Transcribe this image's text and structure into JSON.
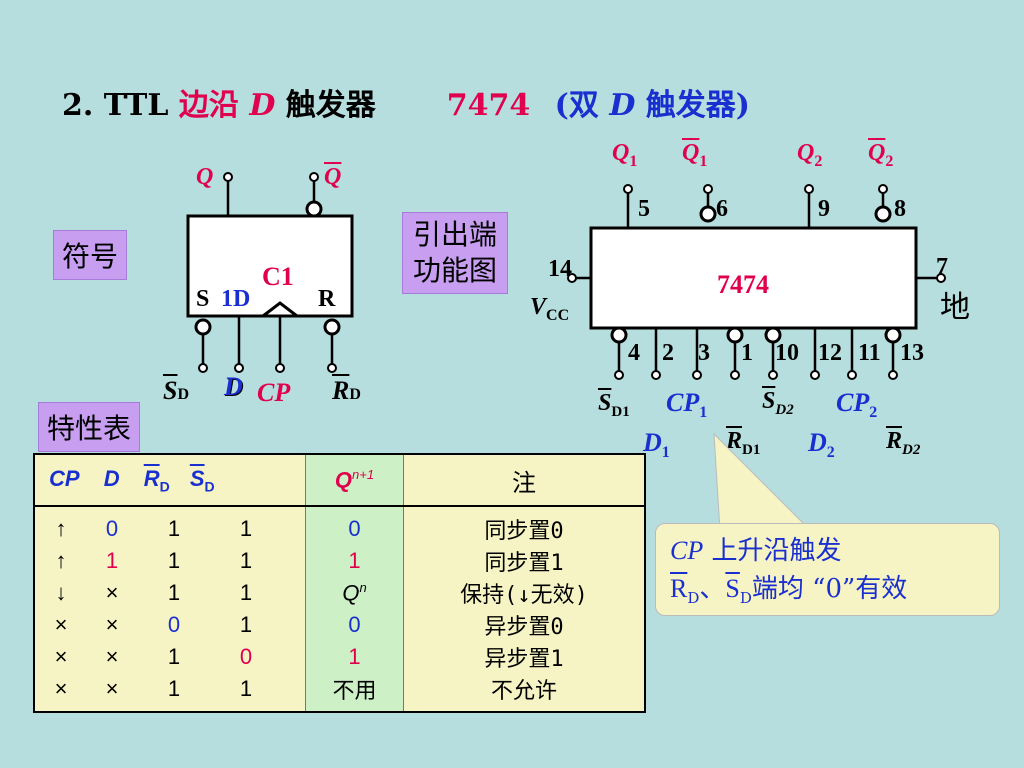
{
  "title": {
    "prefix": "2. TTL ",
    "edge": "边沿 ",
    "d": "D",
    "trigger": " 触发器",
    "part": "7474",
    "sub_open": "(双 ",
    "sub_d": "D",
    "sub_rest": " 触发器)"
  },
  "symbol": {
    "label": "符号",
    "q": "Q",
    "qbar": "Q",
    "c1": "C1",
    "s": "S",
    "d1": "1D",
    "r": "R",
    "sd": "S",
    "sd_sub": "D",
    "d": "D",
    "cp": "CP",
    "rd": "R",
    "rd_sub": "D"
  },
  "pinout": {
    "label_line1": "引出端",
    "label_line2": "功能图",
    "chip": "7474",
    "q1": "Q",
    "q1_sub": "1",
    "q1bar": "Q",
    "q1bar_sub": "1",
    "q2": "Q",
    "q2_sub": "2",
    "q2bar": "Q",
    "q2bar_sub": "2",
    "top_pins": [
      "5",
      "6",
      "9",
      "8"
    ],
    "bottom_pins": [
      "4",
      "2",
      "3",
      "1",
      "10",
      "12",
      "11",
      "13"
    ],
    "pin14": "14",
    "vcc": "V",
    "vcc_sub": "CC",
    "pin7": "7",
    "gnd": "地",
    "sd1": "S",
    "sd1_sub": "D1",
    "cp1": "CP",
    "cp1_sub": "1",
    "sd2": "S",
    "sd2_sub": "D2",
    "cp2": "CP",
    "cp2_sub": "2",
    "d1": "D",
    "d1_sub": "1",
    "rd1": "R",
    "rd1_sub": "D1",
    "d2": "D",
    "d2_sub": "2",
    "rd2": "R",
    "rd2_sub": "D2"
  },
  "truth_table": {
    "label": "特性表",
    "headers": {
      "cp": "CP",
      "d": "D",
      "rd": "R",
      "rd_sub": "D",
      "sd": "S",
      "sd_sub": "D",
      "q": "Q",
      "q_sup": "n+1",
      "note": "注"
    },
    "rows": [
      {
        "cp": "↑",
        "d": "0",
        "rd": "1",
        "sd": "1",
        "q": "0",
        "note": "同步置0"
      },
      {
        "cp": "↑",
        "d": "1",
        "rd": "1",
        "sd": "1",
        "q": "1",
        "note": "同步置1"
      },
      {
        "cp": "↓",
        "d": "×",
        "rd": "1",
        "sd": "1",
        "q": "Q",
        "q_sup": "n",
        "note": "保持(↓无效)"
      },
      {
        "cp": "×",
        "d": "×",
        "rd": "0",
        "sd": "1",
        "q": "0",
        "note": "异步置0"
      },
      {
        "cp": "×",
        "d": "×",
        "rd": "1",
        "sd": "0",
        "q": "1",
        "note": "异步置1"
      },
      {
        "cp": "×",
        "d": "×",
        "rd": "1",
        "sd": "1",
        "q": "不用",
        "note": "不允许"
      }
    ]
  },
  "callout": {
    "cp": "CP",
    "line1_rest": " 上升沿触发",
    "r": "R",
    "r_sub": "D",
    "sep": "、",
    "s": "S",
    "s_sub": "D",
    "line2_rest": "端均 “0”有效"
  },
  "colors": {
    "background": "#b7dede",
    "red": "#e0004d",
    "blue": "#1a2fd0",
    "label_purple": "#c79ef0",
    "table_yellow": "#f6f4c4",
    "table_green": "#cdf0c6"
  }
}
